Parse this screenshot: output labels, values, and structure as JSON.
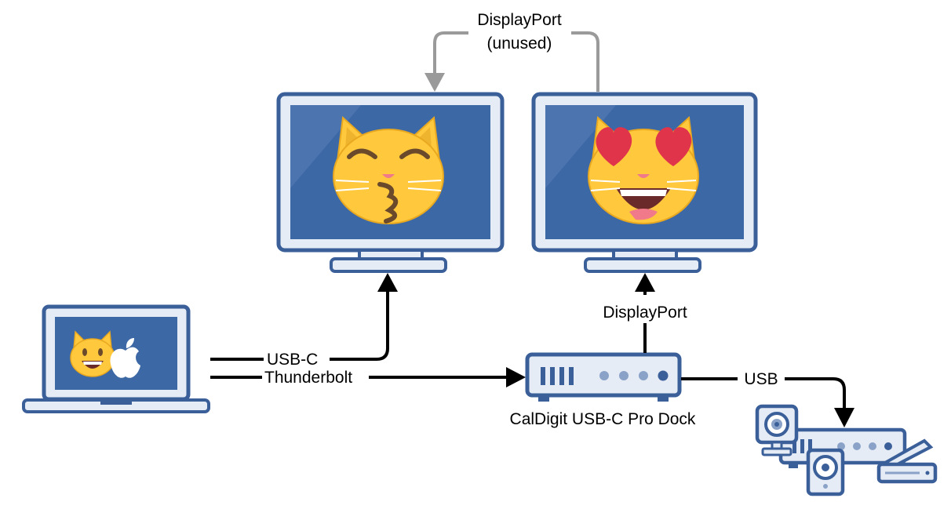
{
  "colors": {
    "frame": "#3a5f99",
    "screen": "#3d68a6",
    "bezel_light": "#e6ecf5",
    "cable": "#000000",
    "cable_unused": "#9a9a9a",
    "cat_face": "#ffc83d",
    "heart": "#e0344a"
  },
  "labels": {
    "displayport_top": "DisplayPort",
    "displayport_top_sub": "(unused)",
    "usb_c": "USB-C",
    "thunderbolt": "Thunderbolt",
    "displayport_mid": "DisplayPort",
    "dock_name": "CalDigit USB-C Pro Dock",
    "usb": "USB"
  },
  "icons": {
    "laptop": "laptop-icon",
    "monitor_left": "monitor-icon",
    "monitor_right": "monitor-icon",
    "dock": "dock-icon",
    "peripherals": [
      "webcam-icon",
      "usb-hub-icon",
      "speaker-icon",
      "scanner-icon"
    ],
    "left_emoji": "kissing-cat-emoji",
    "right_emoji": "heart-eyes-cat-emoji",
    "laptop_emoji": "grinning-cat-emoji",
    "laptop_logo": "apple-logo-icon"
  }
}
